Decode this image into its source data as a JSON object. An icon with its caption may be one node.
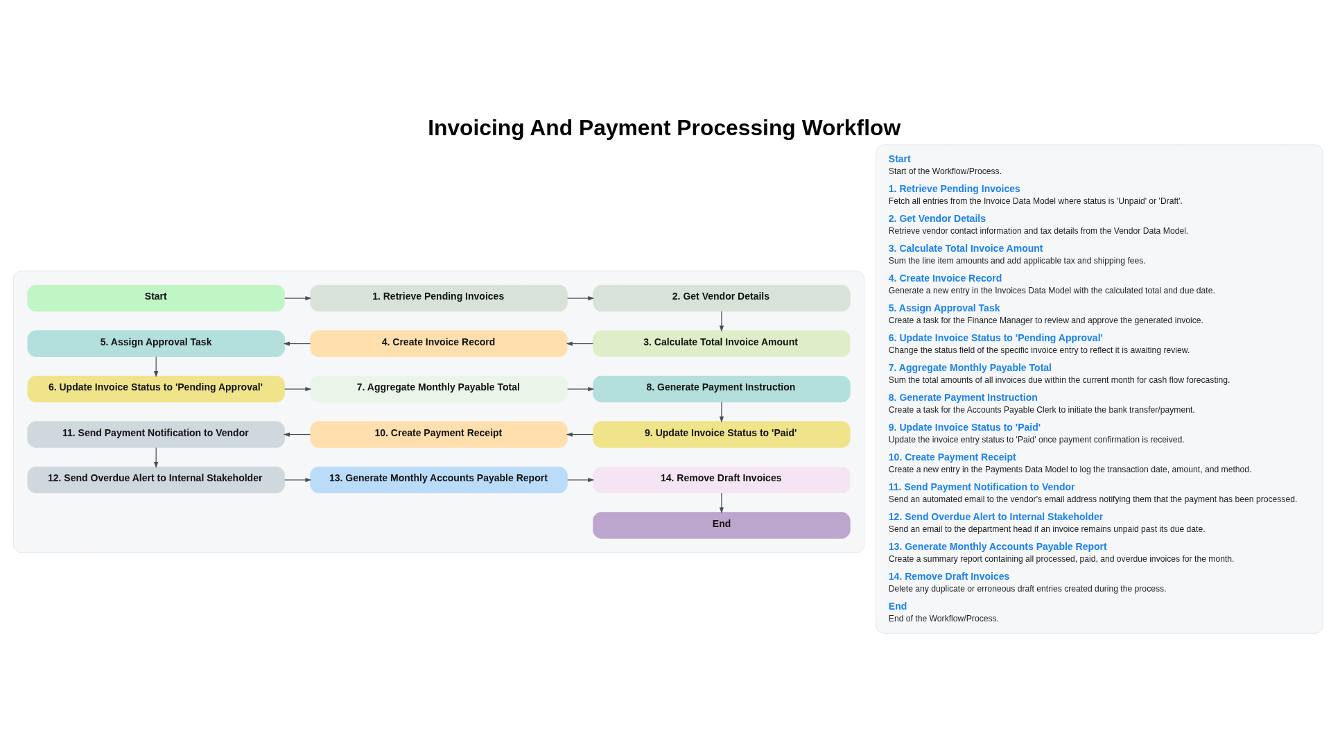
{
  "diagram": {
    "title": "Invoicing And Payment Processing Workflow",
    "nodes": [
      {
        "text": [],
        "shape": "box"
      },
      {
        "text": [
          "Start"
        ],
        "in": 0
      },
      {
        "text": [
          "1. Retrieve Pending Invoices"
        ],
        "in": 0
      },
      {
        "text": [
          "2. Get Vendor Details"
        ],
        "in": 0
      },
      {
        "text": [
          "3. Calculate Total Invoice Amount"
        ],
        "in": 0
      },
      {
        "text": [
          "4. Create Invoice Record"
        ],
        "in": 0
      },
      {
        "text": [
          "5. Assign Approval Task"
        ],
        "in": 0
      },
      {
        "text": [
          "6. Update Invoice Status to 'Pending Approval'"
        ],
        "in": 0
      },
      {
        "text": [
          "7. Aggregate Monthly Payable Total"
        ],
        "in": 0
      },
      {
        "text": [
          "8. Generate Payment Instruction"
        ],
        "in": 0
      },
      {
        "text": [
          "9. Update Invoice Status to 'Paid'"
        ],
        "in": 0
      },
      {
        "text": [
          "10. Create Payment Receipt"
        ],
        "in": 0
      },
      {
        "text": [
          "11. Send Payment Notification to Vendor"
        ],
        "in": 0
      },
      {
        "text": [
          "12. Send Overdue Alert to Internal Stakeholder"
        ],
        "in": 0
      },
      {
        "text": [
          "13. Generate Monthly Accounts Payable Report"
        ],
        "in": 0
      },
      {
        "text": [
          "14. Remove Draft Invoices"
        ],
        "in": 0
      },
      {
        "text": [
          "End"
        ],
        "in": 0
      },
      {
        "text": [
          "Start",
          "Start of the Workflow/Process.",
          "1. Retrieve Pending Invoices",
          "Fetch all entries from the Invoice Data Model where status is 'Unpaid' or 'Draft'.",
          "2. Get Vendor Details",
          "Retrieve vendor contact information and tax details from the Vendor Data Model.",
          "3. Calculate Total Invoice Amount",
          "Sum the line item amounts and add applicable tax and shipping fees.",
          "4. Create Invoice Record",
          "Generate a new entry in the Invoices Data Model with the calculated total and due date.",
          "5. Assign Approval Task",
          "Create a task for the Finance Manager to review and approve the generated invoice.",
          "6. Update Invoice Status to 'Pending Approval'",
          "Change the status field of the specific invoice entry to reflect it is awaiting review.",
          "7. Aggregate Monthly Payable Total",
          "Sum the total amounts of all invoices due within the current month for cash flow forecasting.",
          "8. Generate Payment Instruction",
          "Create a task for the Accounts Payable Clerk to initiate the bank transfer/payment.",
          "9. Update Invoice Status to 'Paid'",
          "Update the invoice entry status to 'Paid' once payment confirmation is received.",
          "10. Create Payment Receipt",
          "Create a new entry in the Payments Data Model to log the transaction date, amount, and method.",
          "11. Send Payment Notification to Vendor",
          "Send an automated email to the vendor's email address notifying them that the payment has been processed.",
          "12. Send Overdue Alert to Internal Stakeholder",
          "Send an email to the department head if an invoice remains unpaid past its due date.",
          "13. Generate Monthly Accounts Payable Report",
          "Create a summary report containing all processed, paid, and overdue invoices for the month.",
          "14. Remove Draft Invoices",
          "Delete any duplicate or erroneous draft entries created during the process.",
          "End",
          "End of the Workflow/Process."
        ]
      }
    ],
    "edges": [
      {
        "from": 1,
        "to": 2,
        "arrow": "to"
      },
      {
        "from": 2,
        "to": 3,
        "arrow": "to"
      },
      {
        "from": 3,
        "to": 4,
        "arrow": "to"
      },
      {
        "from": 4,
        "to": 5,
        "arrow": "to"
      },
      {
        "from": 5,
        "to": 6,
        "arrow": "to"
      },
      {
        "from": 6,
        "to": 7,
        "arrow": "to"
      },
      {
        "from": 7,
        "to": 8,
        "arrow": "to"
      },
      {
        "from": 8,
        "to": 9,
        "arrow": "to"
      },
      {
        "from": 9,
        "to": 10,
        "arrow": "to"
      },
      {
        "from": 10,
        "to": 11,
        "arrow": "to"
      },
      {
        "from": 11,
        "to": 12,
        "arrow": "to"
      },
      {
        "from": 12,
        "to": 13,
        "arrow": "to"
      },
      {
        "from": 13,
        "to": 14,
        "arrow": "to"
      },
      {
        "from": 14,
        "to": 15,
        "arrow": "to"
      },
      {
        "from": 15,
        "to": 16,
        "arrow": "to"
      }
    ]
  }
}
